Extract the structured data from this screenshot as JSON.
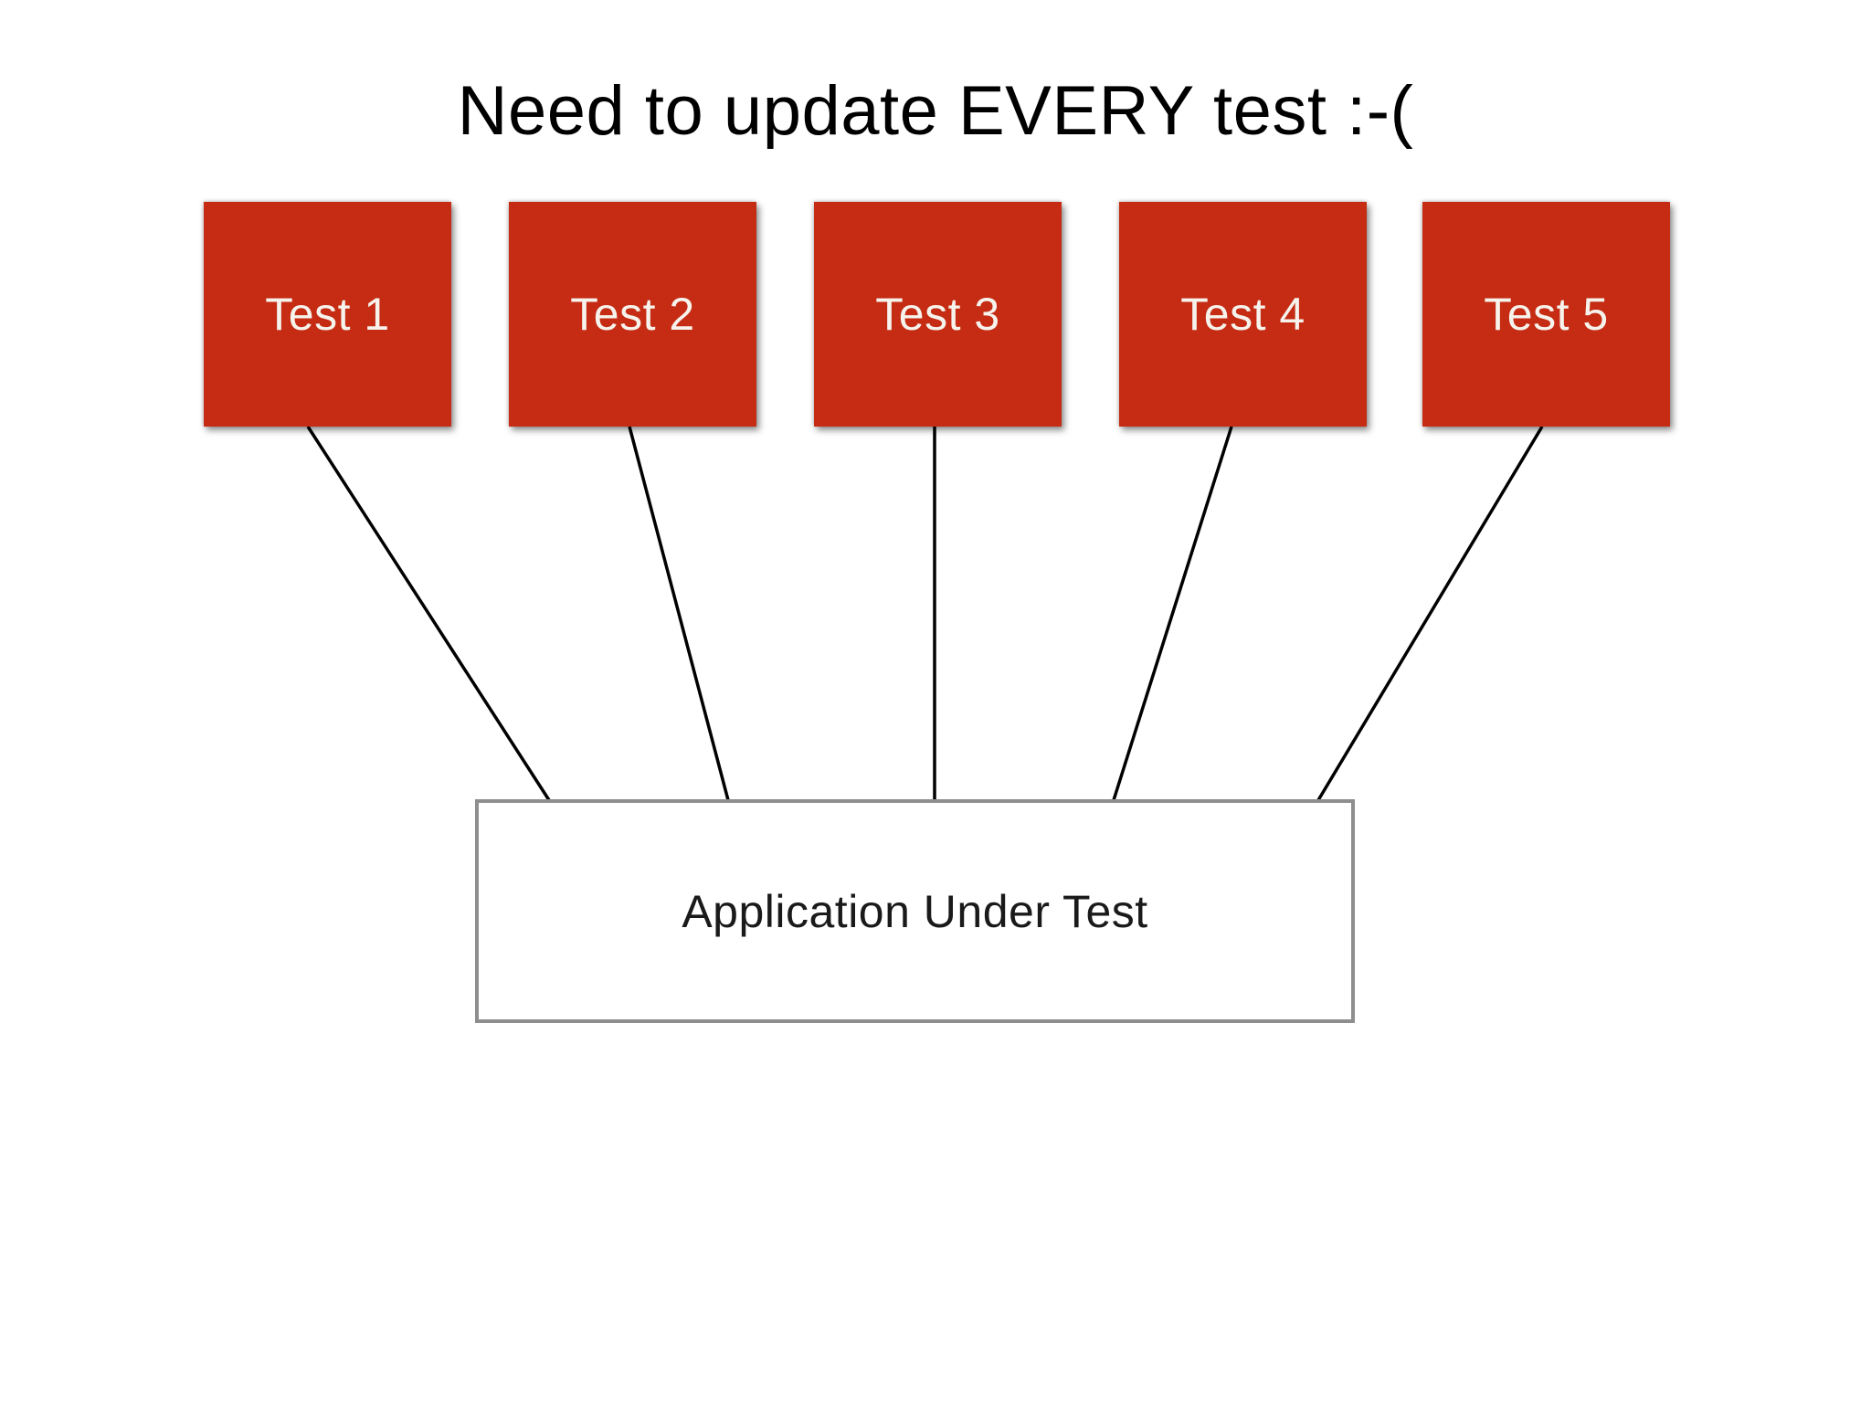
{
  "title": "Need to update EVERY test :-(",
  "diagram": {
    "tests": [
      {
        "id": "test-1",
        "label": "Test 1"
      },
      {
        "id": "test-2",
        "label": "Test 2"
      },
      {
        "id": "test-3",
        "label": "Test 3"
      },
      {
        "id": "test-4",
        "label": "Test 4"
      },
      {
        "id": "test-5",
        "label": "Test 5"
      }
    ],
    "application": {
      "id": "application-under-test",
      "label": "Application Under Test"
    },
    "connections": [
      {
        "from": "test-1",
        "to": "application-under-test"
      },
      {
        "from": "test-2",
        "to": "application-under-test"
      },
      {
        "from": "test-3",
        "to": "application-under-test"
      },
      {
        "from": "test-4",
        "to": "application-under-test"
      },
      {
        "from": "test-5",
        "to": "application-under-test"
      }
    ]
  },
  "colors": {
    "background": "#ffffff",
    "title_text": "#000000",
    "test_box_fill": "#c52c13",
    "test_box_text": "#f6f3ed",
    "application_fill": "#ffffff",
    "application_border": "#8e8e8e",
    "application_text": "#1a1a1a",
    "connector_line": "#000000"
  }
}
